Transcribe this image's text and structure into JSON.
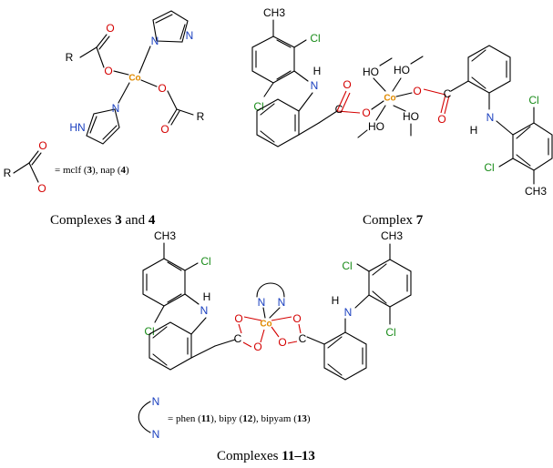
{
  "atoms": {
    "co": "Co",
    "n": "N",
    "o": "O",
    "cl": "Cl",
    "ch3": "CH3",
    "h": "H",
    "hn": "HN",
    "r": "R",
    "c": "C",
    "oh": "HO"
  },
  "panel1": {
    "legend_prefix": "= mclf (",
    "legend_n3": "3",
    "legend_mid": "), nap (",
    "legend_n4": "4",
    "legend_suffix": ")",
    "caption_pre": "Complexes ",
    "caption_a": "3",
    "caption_and": " and ",
    "caption_b": "4"
  },
  "panel2": {
    "caption_pre": "Complex ",
    "caption_num": "7"
  },
  "panel3": {
    "legend_pre": "= phen (",
    "legend_n11": "11",
    "legend_a": "), bipy (",
    "legend_n12": "12",
    "legend_b": "), bipyam (",
    "legend_n13": "13",
    "legend_c": ")",
    "caption_pre": "Complexes ",
    "caption_num": "11–13"
  }
}
